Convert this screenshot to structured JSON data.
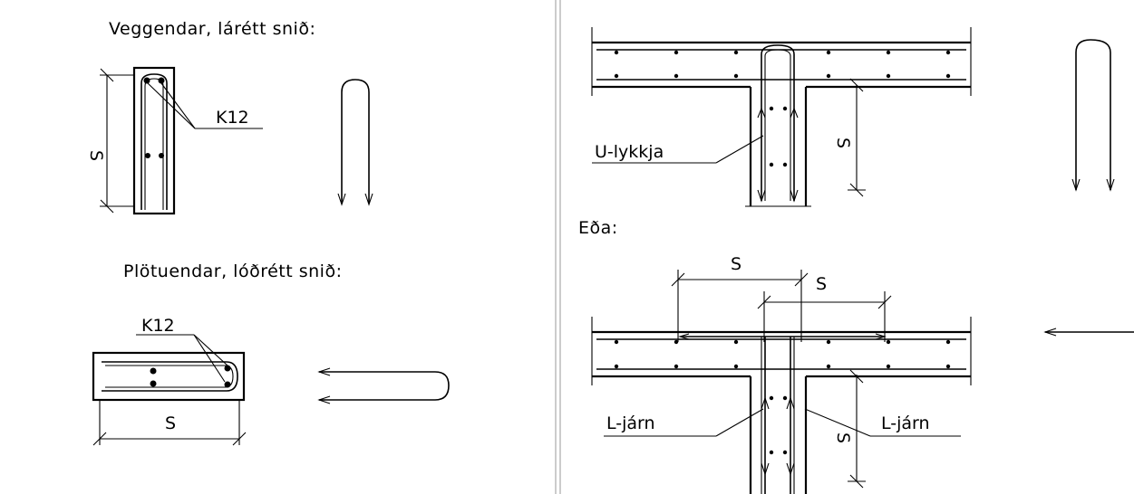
{
  "headings": {
    "wall_end": "Veggendar, lárétt snið:",
    "slab_end": "Plötuendar, lóðrétt snið:",
    "or": "Eða:"
  },
  "labels": {
    "bar_k12_top": "K12",
    "bar_k12_bottom": "K12",
    "u_loop": "U-lykkja",
    "l_bar_left": "L-járn",
    "l_bar_right": "L-járn",
    "dim_s_wall": "S",
    "dim_s_slab": "S",
    "dim_s_tee_top": "S",
    "dim_s_tee_bottom_1": "S",
    "dim_s_tee_bottom_2": "S",
    "dim_s_tee_bottom_3": "S"
  },
  "colors": {
    "ink": "#000000",
    "paper": "#ffffff",
    "divider": "#9a9a9a"
  }
}
